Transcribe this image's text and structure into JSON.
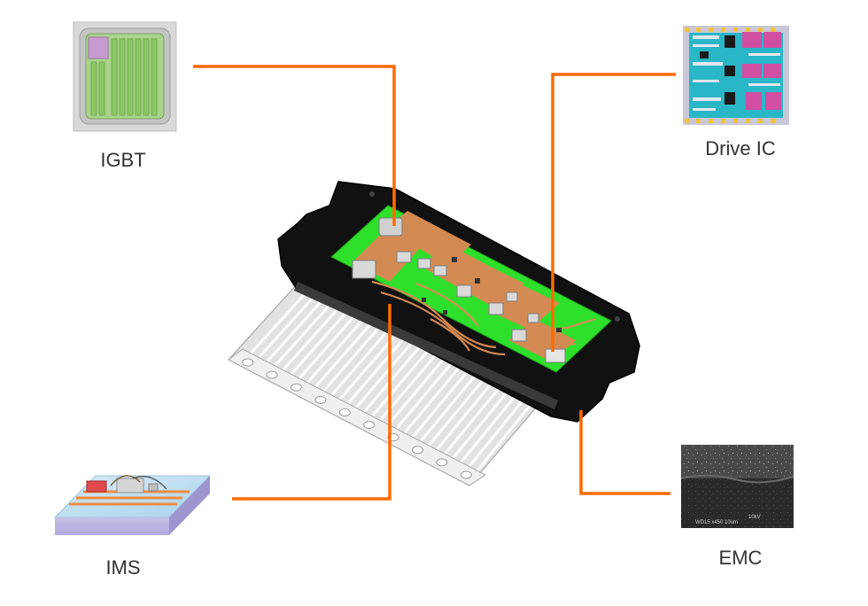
{
  "labels": {
    "igbt": "IGBT",
    "drive_ic": "Drive IC",
    "ims": "IMS",
    "emc": "EMC"
  },
  "micrograph_text": {
    "line1": "10kV",
    "line2": "WD15 x450 10um"
  },
  "colors": {
    "connector": "#ff6a00",
    "housing": "#111111",
    "copper": "#d38a52",
    "solder_mask": "#2ee02b",
    "leads": "#e2e2e2",
    "label_text": "#333333"
  }
}
